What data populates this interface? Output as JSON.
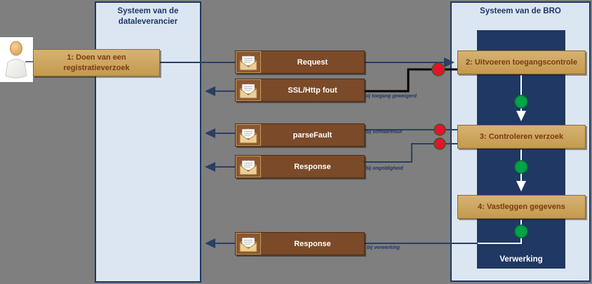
{
  "left_panel": {
    "title": "Systeem van de dataleverancier"
  },
  "right_panel": {
    "title": "Systeem van de BRO",
    "process_label": "Verwerking"
  },
  "steps": [
    {
      "label": "1: Doen van een registratieverzoek"
    },
    {
      "label": "2: Uitvoeren toegangscontrole"
    },
    {
      "label": "3:  Controleren verzoek"
    },
    {
      "label": "4: Vastleggen gegevens"
    }
  ],
  "messages": [
    {
      "label": "Request",
      "direction": "right",
      "condition": ""
    },
    {
      "label": "SSL/Http fout",
      "direction": "left",
      "condition": "bij toegang geweigerd"
    },
    {
      "label": "parseFault",
      "direction": "left",
      "condition": "bij softwarefout"
    },
    {
      "label": "Response",
      "direction": "left",
      "condition": "bij ongeldigheid"
    },
    {
      "label": "Response",
      "direction": "left",
      "condition": "bij verwerking"
    }
  ],
  "colors": {
    "background": "#7f7f7f",
    "panel_fill": "#dce6f2",
    "panel_border": "#1f3864",
    "inner_process_fill": "#1f3864",
    "step_fill": "#c9a154",
    "step_text": "#7b3a10",
    "message_fill": "#7b4a28",
    "message_text": "#ffffff",
    "error_dot": "#e8112d",
    "ok_dot": "#00a348",
    "connector_navy": "#2a3f63",
    "connector_error": "#000000",
    "connector_inner": "#ffffff"
  }
}
